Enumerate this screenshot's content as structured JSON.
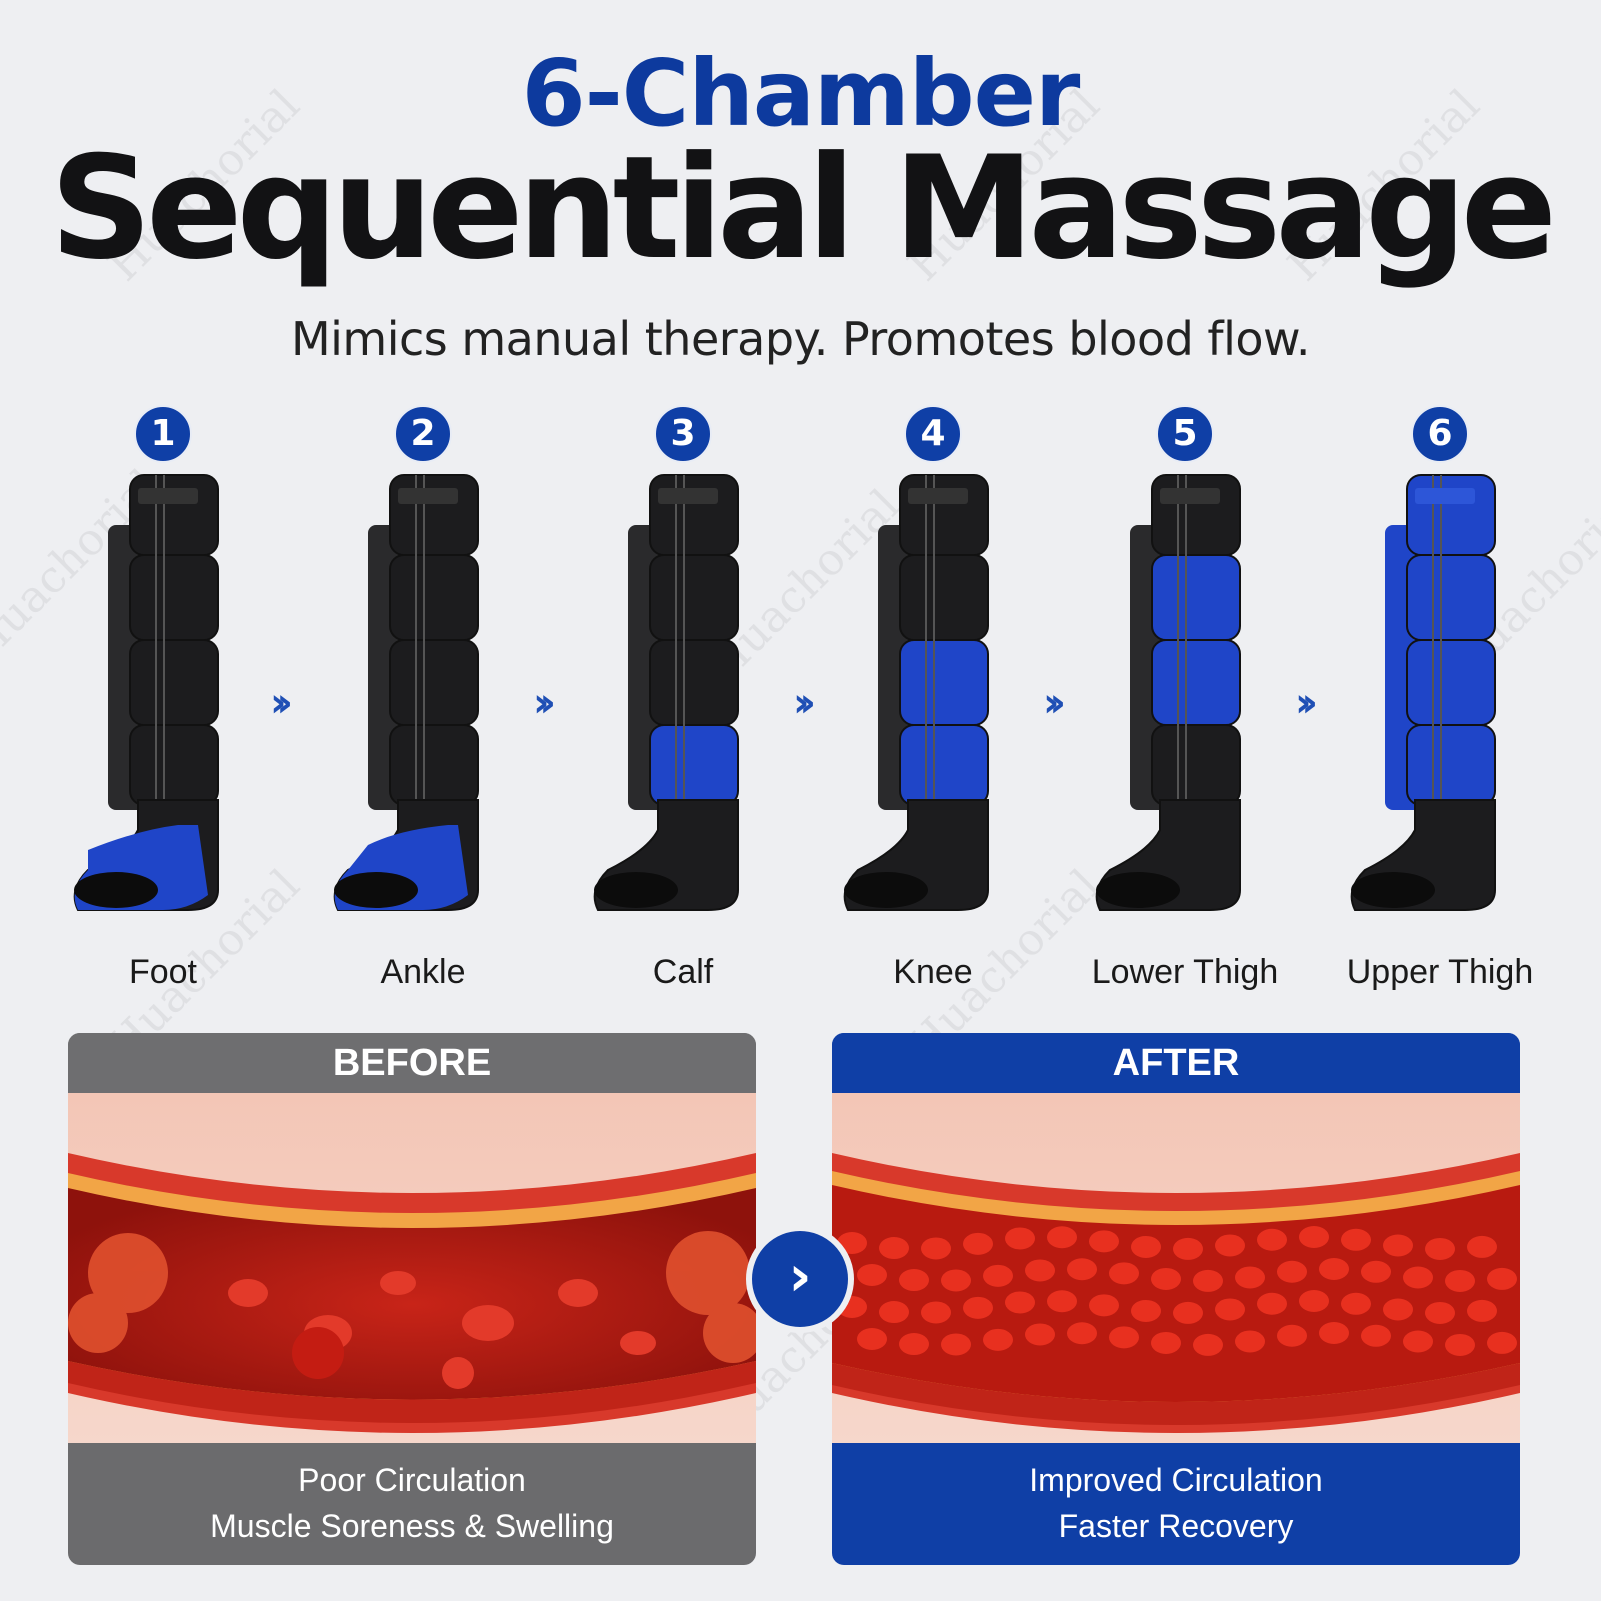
{
  "header": {
    "title_top": "6-Chamber",
    "title_main": "Sequential Massage",
    "subtitle": "Mimics manual therapy. Promotes blood flow."
  },
  "watermark": "Huachorial",
  "stages": [
    {
      "number": "1",
      "label": "Foot"
    },
    {
      "number": "2",
      "label": "Ankle"
    },
    {
      "number": "3",
      "label": "Calf"
    },
    {
      "number": "4",
      "label": "Knee"
    },
    {
      "number": "5",
      "label": "Lower Thigh"
    },
    {
      "number": "6",
      "label": "Upper Thigh"
    }
  ],
  "comparison": {
    "before": {
      "header": "BEFORE",
      "line1": "Poor Circulation",
      "line2": "Muscle Soreness & Swelling"
    },
    "after": {
      "header": "AFTER",
      "line1": "Improved Circulation",
      "line2": "Faster Recovery"
    }
  },
  "colors": {
    "brand_blue": "#0f3fa6",
    "chamber_active": "#1f45c8",
    "chamber_idle": "#1c1c1e",
    "before_gray": "#6e6e70"
  },
  "icons": {
    "stage_arrow": "double-chevron-right-icon",
    "compare_arrow": "chevron-right-icon"
  }
}
